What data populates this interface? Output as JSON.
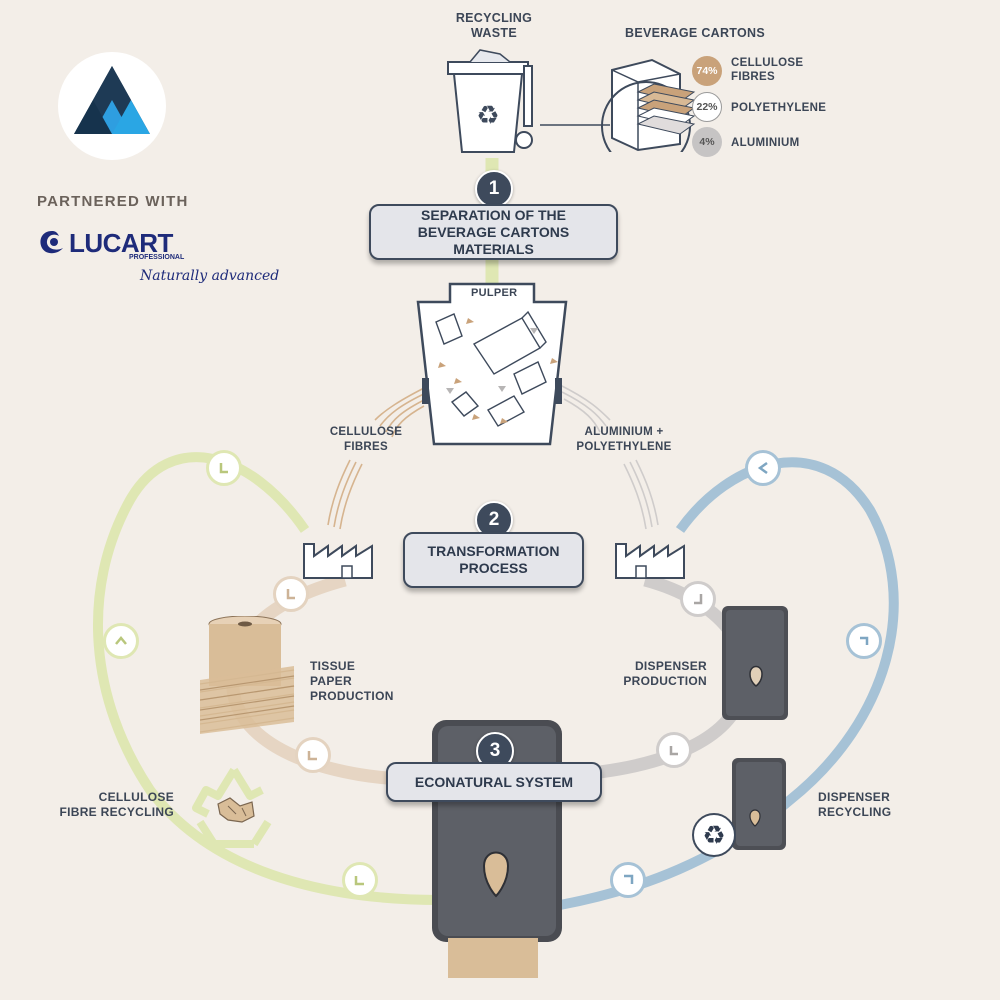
{
  "partner": {
    "heading": "PARTNERED WITH",
    "brand": "LUCART",
    "brand_sub": "PROFESSIONAL",
    "tagline": "Naturally advanced"
  },
  "inputs": {
    "recycling_waste": "RECYCLING WASTE",
    "beverage_cartons": "BEVERAGE CARTONS",
    "composition": [
      {
        "pct": "74%",
        "label": "CELLULOSE FIBRES",
        "color": "#c9a27a"
      },
      {
        "pct": "22%",
        "label": "POLYETHYLENE",
        "color": "#ffffff"
      },
      {
        "pct": "4%",
        "label": "ALUMINIUM",
        "color": "#c6c4c4"
      }
    ]
  },
  "steps": [
    {
      "num": "1",
      "label": "SEPARATION OF THE BEVERAGE CARTONS MATERIALS"
    },
    {
      "num": "2",
      "label": "TRANSFORMATION PROCESS"
    },
    {
      "num": "3",
      "label": "ECONATURAL SYSTEM"
    }
  ],
  "labels": {
    "pulper": "PULPER",
    "cellulose_fibres": "CELLULOSE FIBRES",
    "aluminium_polyethylene": "ALUMINIUM + POLYETHYLENE",
    "tissue_paper": "TISSUE PAPER PRODUCTION",
    "dispenser_production": "DISPENSER PRODUCTION",
    "cellulose_recycling": "CELLULOSE FIBRE RECYCLING",
    "dispenser_recycling": "DISPENSER RECYCLING"
  },
  "colors": {
    "green_loop": "#dfe7b3",
    "blue_loop": "#a6c2d6",
    "tan_loop": "#e4d3c0",
    "grey_loop": "#cfcccb",
    "dark": "#3e4a5c",
    "cellulose": "#c9a27a"
  }
}
